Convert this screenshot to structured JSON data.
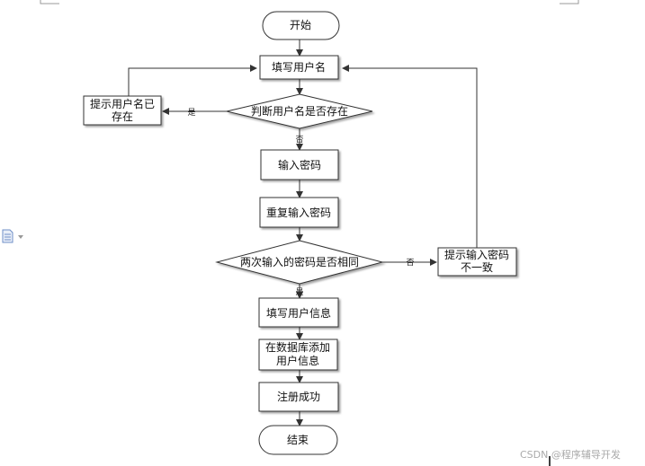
{
  "nodes": {
    "start": "开始",
    "fill_username": "填写用户名",
    "check_exists": "判断用户名是否存在",
    "username_exists_l1": "提示用户名已",
    "username_exists_l2": "存在",
    "input_password": "输入密码",
    "repeat_password": "重复输入密码",
    "check_same": "两次输入的密码是否相同",
    "mismatch_l1": "提示输入密码",
    "mismatch_l2": "不一致",
    "fill_info": "填写用户信息",
    "db_add_l1": "在数据库添加",
    "db_add_l2": "用户信息",
    "register_success": "注册成功",
    "end": "结束"
  },
  "edge_labels": {
    "exists_yes": "是",
    "exists_no": "否",
    "same_no": "否",
    "same_yes": "是"
  },
  "watermark": "CSDN @程序辅导开发",
  "colors": {
    "stroke": "#333333",
    "fill": "#ffffff",
    "text": "#111111"
  }
}
